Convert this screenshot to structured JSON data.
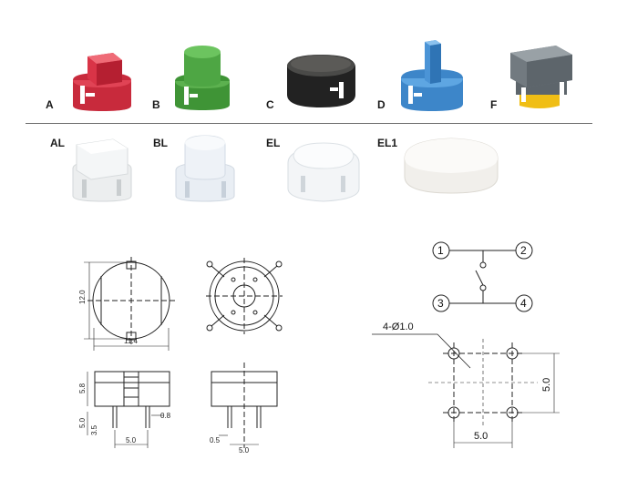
{
  "row1": [
    {
      "label": "A",
      "color": "#d9344a"
    },
    {
      "label": "B",
      "color": "#4fa843"
    },
    {
      "label": "C",
      "color": "#2a2a2a"
    },
    {
      "label": "D",
      "color": "#4b94d6"
    },
    {
      "label": "F",
      "color": "#6e767c",
      "base_color": "#f3c41a"
    }
  ],
  "row2": [
    {
      "label": "AL"
    },
    {
      "label": "BL"
    },
    {
      "label": "EL"
    },
    {
      "label": "EL1"
    }
  ],
  "drawings": {
    "top_view": {
      "width": "11.4",
      "height": "12.0"
    },
    "side_view": {
      "body_height": "5.8",
      "pin_height": "5.0",
      "lead": "3.5",
      "pitch": "5.0",
      "lead_width": "0.8"
    },
    "front_view": {
      "lead_thickness": "0.5",
      "pitch": "5.0"
    },
    "schematic_pins": [
      "1",
      "2",
      "3",
      "4"
    ],
    "footprint": {
      "hole": "4-Ø1.0",
      "x_pitch": "5.0",
      "y_pitch": "5.0"
    }
  }
}
